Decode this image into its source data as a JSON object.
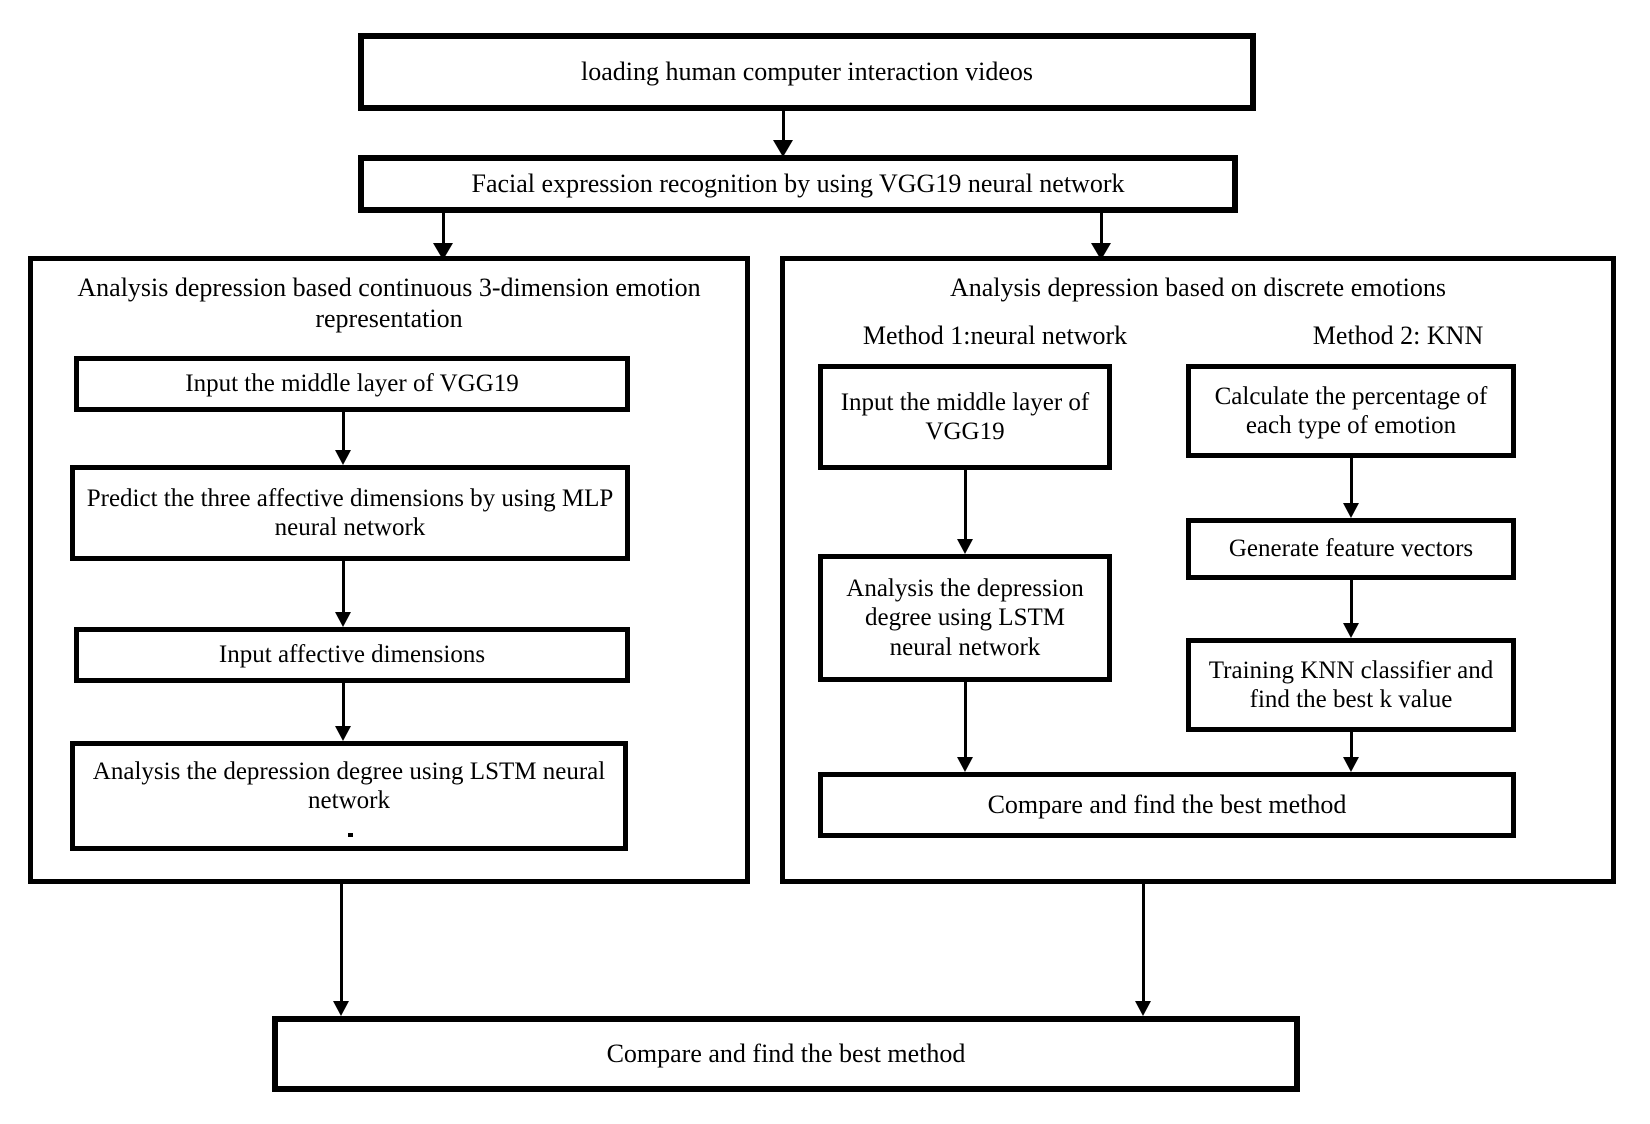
{
  "diagram": {
    "title_flow": "Depression analysis pipeline flowchart",
    "colors": {
      "stroke": "#000000",
      "background": "#ffffff",
      "text": "#000000"
    },
    "top_nodes": [
      {
        "id": "load-videos",
        "label": "loading human computer interaction videos"
      },
      {
        "id": "facial-recognition",
        "label": "Facial expression recognition by using VGG19 neural network"
      }
    ],
    "left_panel": {
      "heading": "Analysis depression based continuous 3-dimension emotion representation",
      "steps": [
        {
          "id": "input-middle-layer-vgg19",
          "label": "Input the middle layer of VGG19"
        },
        {
          "id": "predict-affective-dimensions",
          "label": "Predict the three affective dimensions by using MLP neural network"
        },
        {
          "id": "input-affective-dimensions",
          "label": "Input affective dimensions"
        },
        {
          "id": "analysis-depression-lstm",
          "label": "Analysis the depression degree using LSTM neural network"
        }
      ]
    },
    "right_panel": {
      "heading": "Analysis depression based on discrete emotions",
      "method_1": {
        "title": "Method 1:neural network",
        "steps": [
          {
            "id": "m1-input-middle-layer",
            "label": "Input the middle layer of VGG19"
          },
          {
            "id": "m1-analysis-lstm",
            "label": "Analysis the depression degree using LSTM neural network"
          }
        ]
      },
      "method_2": {
        "title": "Method 2: KNN",
        "steps": [
          {
            "id": "m2-calculate-percentage",
            "label": "Calculate the percentage of each type of emotion"
          },
          {
            "id": "m2-generate-feature-vectors",
            "label": "Generate feature vectors"
          },
          {
            "id": "m2-train-knn",
            "label": "Training KNN classifier and find the best k value"
          }
        ]
      },
      "compare": {
        "id": "right-compare",
        "label": "Compare and find the best method"
      }
    },
    "bottom_node": {
      "id": "final-compare",
      "label": "Compare and find the best method"
    }
  }
}
